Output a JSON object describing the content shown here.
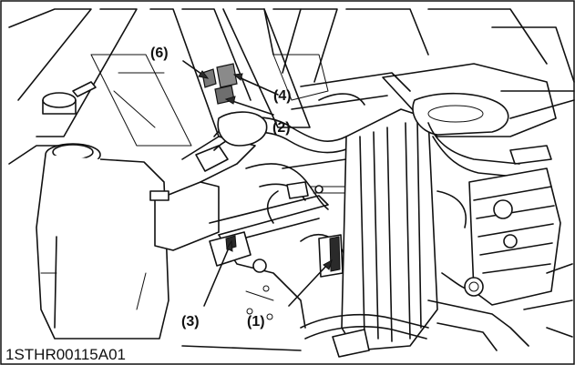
{
  "callouts": {
    "c1": "(1)",
    "c2": "(2)",
    "c3": "(3)",
    "c4": "(4)",
    "c6": "(6)"
  },
  "figure_code": "1STHR00115A01",
  "colors": {
    "line": "#111111",
    "label_fill": "#7a7a7a",
    "background": "#ffffff"
  }
}
